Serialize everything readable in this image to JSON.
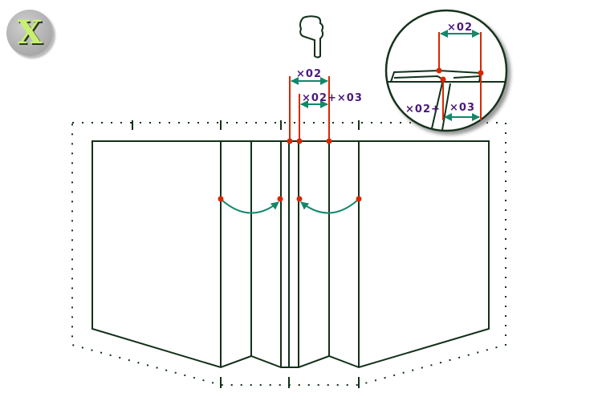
{
  "close_button": {
    "label": "X"
  },
  "labels": {
    "top_x02": "×02",
    "top_x02_x03": "×02+×03",
    "detail_x02": "×02",
    "detail_x02_plus": "×02+",
    "detail_x03": "×03"
  },
  "colors": {
    "outline": "#12301a",
    "construction": "#d62800",
    "arrow": "#13876a",
    "label": "#4a1a7a"
  }
}
